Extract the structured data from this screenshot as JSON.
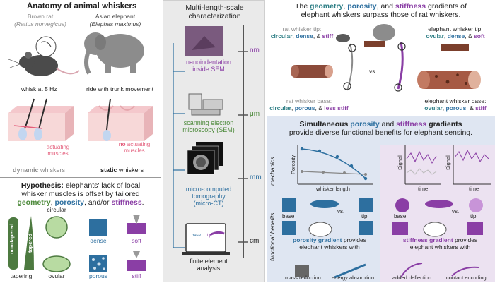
{
  "anatomy": {
    "title": "Anatomy of animal whiskers",
    "rat_common": "Brown rat",
    "rat_latin": "(Rattus norvegicus)",
    "elephant_common": "Asian elephant",
    "elephant_latin": "(Elephas maximus)",
    "rat_caption": "whisk at 5 Hz",
    "elephant_caption": "ride with trunk movement",
    "rat_muscles": "actuating muscles",
    "elephant_muscles_no": "no",
    "elephant_muscles": "actuating muscles",
    "rat_label_adj": "dynamic",
    "rat_label_noun": "whiskers",
    "elephant_label_adj": "static",
    "elephant_label_noun": "whiskers"
  },
  "hypothesis": {
    "title": "Hypothesis:",
    "line1": "elephants' lack of local",
    "line2": "whisker muscles is offset by tailored",
    "w_geometry": "geometry",
    "w_porosity": "porosity",
    "w_and": "and/or",
    "w_stiffness": "stiffness",
    "shape_non_tapered": "non-tapered",
    "shape_tapered": "tapered",
    "label_tapering": "tapering",
    "label_circular": "circular",
    "label_ovular": "ovular",
    "label_dense": "dense",
    "label_porous": "porous",
    "label_soft": "soft",
    "label_stiff": "stiff"
  },
  "multiscale": {
    "title_l1": "Multi-length-scale",
    "title_l2": "characterization",
    "nano_l1": "nanoindentation",
    "nano_l2": "inside SEM",
    "sem_l1": "scanning electron",
    "sem_l2": "microscopy (SEM)",
    "ct_l1": "micro-computed",
    "ct_l2": "tomography",
    "ct_l3": "(micro-CT)",
    "fea_l1": "finite element",
    "fea_l2": "analysis",
    "scale_nm": "nm",
    "scale_um": "μm",
    "scale_mm": "mm",
    "scale_cm": "cm",
    "fea_base": "base",
    "fea_tip": "tip"
  },
  "gradients": {
    "t1": "The",
    "t_geometry": "geometry",
    "t_porosity": "porosity",
    "t_and": "and",
    "t_stiffness": "stiffness",
    "t_gradients": "gradients of",
    "t_line2": "elephant whiskers surpass those of rat whiskers.",
    "rat_tip_l1": "rat whisker tip:",
    "rat_tip_circular": "circular",
    "rat_tip_dense": "dense",
    "rat_tip_stiff": "stiff",
    "ele_tip_l1": "elephant whisker tip:",
    "ele_tip_ovular": "ovular",
    "ele_tip_dense": "dense",
    "ele_tip_soft": "soft",
    "rat_base_l1": "rat whisker base:",
    "rat_base_circular": "circular",
    "rat_base_porous": "porous",
    "rat_base_less": "less stiff",
    "ele_base_l1": "elephant whisker base:",
    "ele_base_ovular": "ovular",
    "ele_base_porous": "porous",
    "ele_base_stiff": "stiff",
    "vs": "vs."
  },
  "benefits": {
    "t_simult": "Simultaneous",
    "t_porosity": "porosity",
    "t_and": "and",
    "t_stiffness": "stiffness",
    "t_gradients": "gradients",
    "t_line2": "provide diverse functional benefits for elephant sensing.",
    "side_mechanics": "mechanics",
    "side_functional": "functional benefits",
    "axis_porosity": "Porosity",
    "axis_whisker_length": "whisker length",
    "axis_signal": "Signal",
    "axis_time": "time",
    "base": "base",
    "vs": "vs.",
    "tip": "tip",
    "por_grad": "porosity gradient",
    "por_provides": "provides",
    "por_line2": "elephant whiskers with",
    "stiff_grad": "stiffness gradient",
    "stiff_provides": "provides",
    "stiff_line2": "elephant whiskers with",
    "mass_reduction": "mass reduction",
    "energy_absorption": "energy absorption",
    "added_deflection": "added deflection",
    "contact_encoding": "contact encoding"
  },
  "colors": {
    "teal": "#2f7f86",
    "blue": "#2d6f9f",
    "green": "#4d8a3b",
    "purple": "#8a3ea5",
    "pink": "#e35d7b",
    "center_bg": "#eaeaea",
    "benefits_bg": "#dfe6f2",
    "stiffness_bg": "#ece2f1"
  }
}
